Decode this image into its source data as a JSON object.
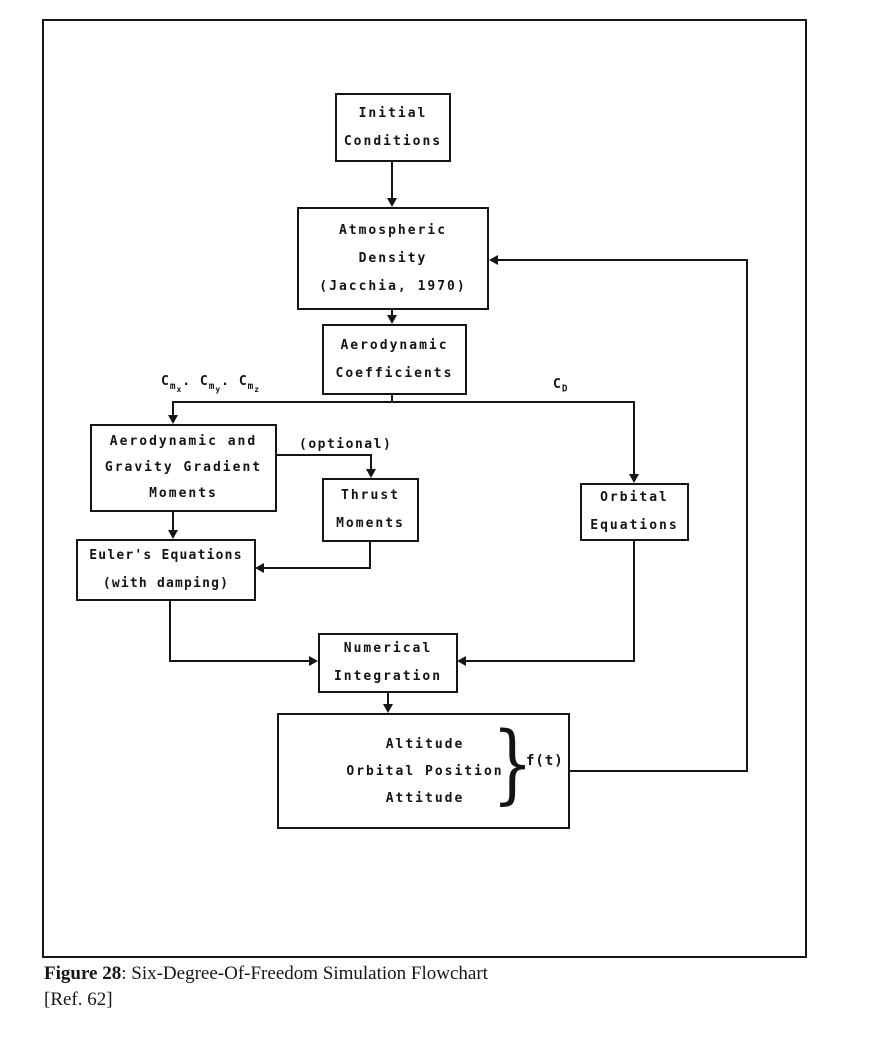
{
  "colors": {
    "ink": "#151515",
    "paper": "#ffffff"
  },
  "nodes": {
    "initial_conditions": {
      "lines": [
        "Initial",
        "Conditions"
      ]
    },
    "atmospheric_density": {
      "lines": [
        "Atmospheric",
        "Density",
        "(Jacchia, 1970)"
      ]
    },
    "aerodynamic_coefficients": {
      "lines": [
        "Aerodynamic",
        "Coefficients"
      ]
    },
    "aero_gravity_gradient_moments": {
      "lines": [
        "Aerodynamic and",
        "Gravity Gradient",
        "Moments"
      ]
    },
    "thrust_moments": {
      "lines": [
        "Thrust",
        "Moments"
      ]
    },
    "orbital_equations": {
      "lines": [
        "Orbital",
        "Equations"
      ]
    },
    "eulers_equations": {
      "lines": [
        "Euler's Equations",
        "(with damping)"
      ]
    },
    "numerical_integration": {
      "lines": [
        "Numerical",
        "Integration"
      ]
    },
    "output": {
      "lines": [
        "Altitude",
        "Orbital Position",
        "Attitude"
      ]
    }
  },
  "labels": {
    "cm_terms": [
      {
        "base": "C",
        "sub": "m",
        "subsub": "x"
      },
      {
        "base": "C",
        "sub": "m",
        "subsub": "y"
      },
      {
        "base": "C",
        "sub": "m",
        "subsub": "z"
      }
    ],
    "cm_separator": ". ",
    "cd": {
      "base": "C",
      "sub": "D"
    },
    "optional": "(optional)",
    "brace": "}",
    "ft": "f(t)"
  },
  "figure": {
    "caption_number": "Figure 28",
    "caption_text": ": Six-Degree-Of-Freedom Simulation Flowchart",
    "caption_ref": "[Ref. 62]"
  }
}
